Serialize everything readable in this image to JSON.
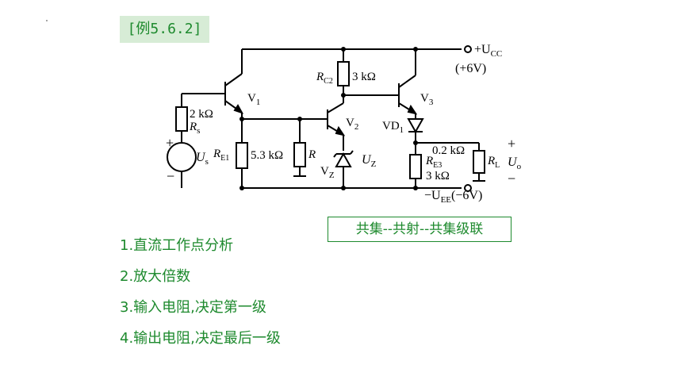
{
  "example_tag": "[例5.6.2]",
  "circuit": {
    "vcc_label": "+U",
    "vcc_sub": "CC",
    "vcc_value": "(+6V)",
    "vee_label": "−U",
    "vee_sub": "EE",
    "vee_value": "(−6V)",
    "v1": "V",
    "v1_sub": "1",
    "v2": "V",
    "v2_sub": "2",
    "v3": "V",
    "v3_sub": "3",
    "vd1": "VD",
    "vd1_sub": "1",
    "vz": "V",
    "vz_sub": "Z",
    "uz": "U",
    "uz_sub": "Z",
    "rs_value": "2 kΩ",
    "rs": "R",
    "rs_sub": "s",
    "us": "U",
    "us_sub": "s",
    "re1": "R",
    "re1_sub": "E1",
    "re1_value": "5.3 kΩ",
    "r": "R",
    "rc2": "R",
    "rc2_sub": "C2",
    "rc2_value": "3 kΩ",
    "re3": "R",
    "re3_sub": "E3",
    "re3_value": "3 kΩ",
    "rl_value": "0.2 kΩ",
    "rl": "R",
    "rl_sub": "L",
    "uo": "U",
    "uo_sub": "o",
    "plus": "+",
    "minus": "−"
  },
  "config_note": "共集--共射--共集级联",
  "steps": [
    "1.直流工作点分析",
    "2.放大倍数",
    "3.输入电阻,决定第一级",
    "4.输出电阻,决定最后一级"
  ],
  "colors": {
    "accent": "#1e8a2e",
    "tag_bg": "#d7ecd6"
  }
}
